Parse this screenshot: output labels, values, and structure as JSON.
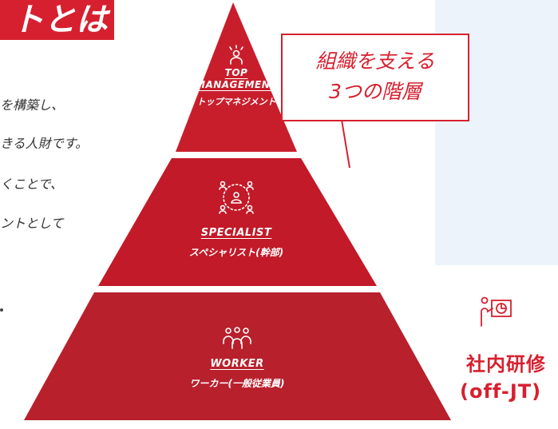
{
  "header": {
    "title_fragment": "トとは"
  },
  "body_text": [
    "を構築し、",
    "きる人財です。",
    "くことで、",
    "ントとして"
  ],
  "pyramid": {
    "tiers": [
      {
        "en": "TOP MANAGEMENT",
        "en_line1": "TOP",
        "en_line2": "MANAGEMENT",
        "jp": "トップマネジメント",
        "icon": "leader-icon"
      },
      {
        "en": "SPECIALIST",
        "jp": "スペシャリスト(幹部)",
        "icon": "team-network-icon"
      },
      {
        "en": "WORKER",
        "jp": "ワーカー(一般従業員)",
        "icon": "group-icon"
      }
    ]
  },
  "callout": {
    "line1": "組織を支える",
    "line2": "3つの階層"
  },
  "right_item": {
    "label_line1": "社内研修",
    "label_line2": "(off-JT)",
    "icon": "presentation-icon"
  },
  "colors": {
    "tier_top": "#c81e2c",
    "tier_mid": "#c21a28",
    "tier_bottom": "#b8202c",
    "accent": "#d7202f",
    "panel": "#edf3fa"
  }
}
